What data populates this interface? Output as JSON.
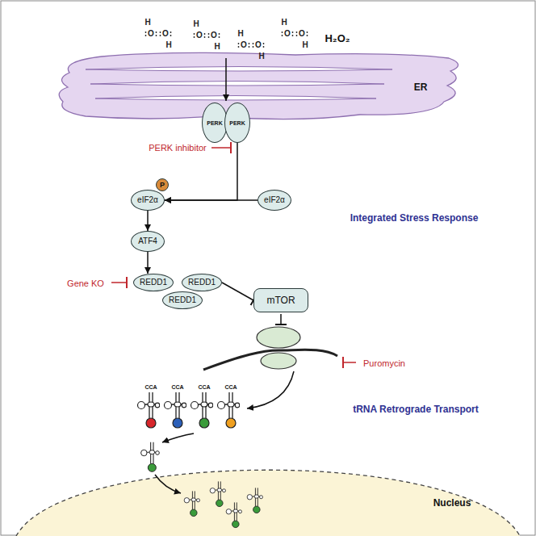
{
  "diagram": {
    "nodes": [
      {
        "text": [
          "ER"
        ]
      },
      {
        "text": [
          "PERK"
        ]
      },
      {
        "text": [
          "PERK"
        ]
      },
      {
        "text": [
          "eIF2α"
        ]
      },
      {
        "text": [
          "P"
        ]
      },
      {
        "text": [
          "eIF2α"
        ]
      },
      {
        "text": [
          "ATF4"
        ]
      },
      {
        "text": [
          "REDD1"
        ]
      },
      {
        "text": [
          "REDD1"
        ]
      },
      {
        "text": [
          "REDD1"
        ]
      },
      {
        "text": [
          "mTOR"
        ]
      },
      {
        "text": [
          "Nucleus"
        ]
      }
    ],
    "edges": [
      {
        "from": 5,
        "to": 3,
        "arrow": "to"
      },
      {
        "from": 2,
        "to": 3,
        "arrow": "to"
      },
      {
        "from": 3,
        "to": 6,
        "arrow": "to"
      },
      {
        "from": 6,
        "to": 7,
        "arrow": "to"
      },
      {
        "from": 8,
        "to": 10,
        "arrow": "to"
      }
    ],
    "labels": [
      "H",
      "O",
      "O",
      "H",
      "H",
      "O",
      "O",
      "H",
      "H",
      "O",
      "O",
      "H",
      "H",
      "O",
      "O",
      "H",
      "H₂O₂",
      "PERK inhibitor",
      "Integrated Stress Response",
      "Gene KO",
      "Puromycin",
      "CCA",
      "CCA",
      "CCA",
      "CCA",
      "tRNA Retrograde Transport"
    ]
  }
}
